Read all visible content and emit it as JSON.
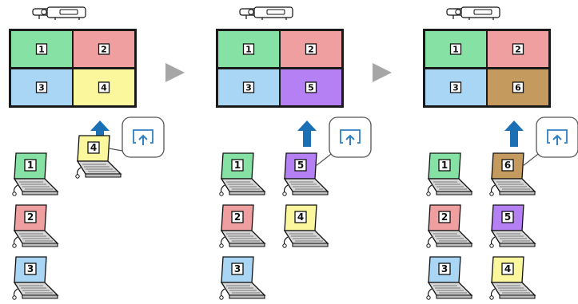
{
  "colors": {
    "green": "#86e2a4",
    "pink": "#ef9f9f",
    "blue": "#a9d6f5",
    "yellow": "#fbf79d",
    "purple": "#b480f4",
    "brown": "#c49a5e",
    "screen_frame": "#1a1a1a",
    "arrow_next": "#a6a6a6",
    "arrow_up": "#1a6fb5",
    "share_icon": "#2f7fc1"
  },
  "icons": [
    "projector-icon",
    "share-screen-icon",
    "upload-arrow-icon",
    "laptop-icon",
    "play-arrow-icon"
  ],
  "panels": [
    {
      "screen": [
        {
          "label": "1",
          "color": "green"
        },
        {
          "label": "2",
          "color": "pink"
        },
        {
          "label": "3",
          "color": "blue"
        },
        {
          "label": "4",
          "color": "yellow"
        }
      ],
      "sharing_laptop": {
        "label": "4",
        "color": "yellow"
      },
      "other_laptops": [
        {
          "label": "1",
          "color": "green"
        },
        {
          "label": "2",
          "color": "pink"
        },
        {
          "label": "3",
          "color": "blue"
        }
      ]
    },
    {
      "screen": [
        {
          "label": "1",
          "color": "green"
        },
        {
          "label": "2",
          "color": "pink"
        },
        {
          "label": "3",
          "color": "blue"
        },
        {
          "label": "5",
          "color": "purple"
        }
      ],
      "sharing_laptop": {
        "label": "5",
        "color": "purple"
      },
      "other_laptops": [
        {
          "label": "1",
          "color": "green"
        },
        {
          "label": "2",
          "color": "pink"
        },
        {
          "label": "3",
          "color": "blue"
        },
        {
          "label": "4",
          "color": "yellow"
        }
      ]
    },
    {
      "screen": [
        {
          "label": "1",
          "color": "green"
        },
        {
          "label": "2",
          "color": "pink"
        },
        {
          "label": "3",
          "color": "blue"
        },
        {
          "label": "6",
          "color": "brown"
        }
      ],
      "sharing_laptop": {
        "label": "6",
        "color": "brown"
      },
      "other_laptops": [
        {
          "label": "1",
          "color": "green"
        },
        {
          "label": "2",
          "color": "pink"
        },
        {
          "label": "3",
          "color": "blue"
        },
        {
          "label": "5",
          "color": "purple"
        },
        {
          "label": "4",
          "color": "yellow"
        }
      ]
    }
  ]
}
